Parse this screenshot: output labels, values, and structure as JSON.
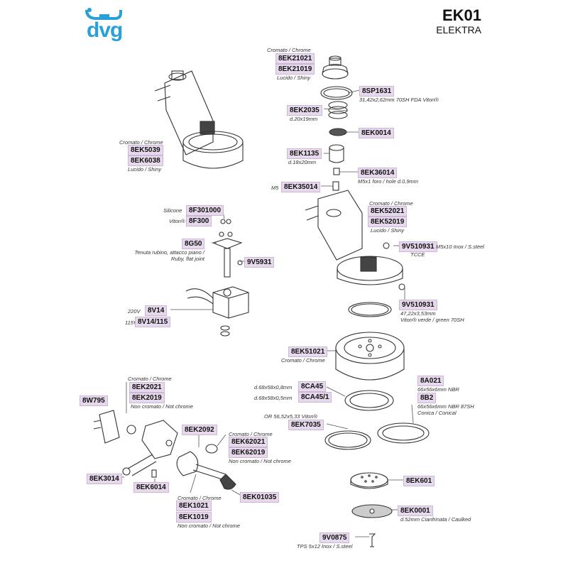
{
  "brand": {
    "logo_text": "dvg",
    "accent": "#2aa0da"
  },
  "header": {
    "code": "EK01",
    "name": "ELEKTRA"
  },
  "parts": {
    "p8EK21021": "8EK21021",
    "p8EK21019": "8EK21019",
    "p8SP1631": "8SP1631",
    "p8EK2035": "8EK2035",
    "p8EK0014": "8EK0014",
    "p8EK1135": "8EK1135",
    "p8EK36014": "8EK36014",
    "p8EK35014": "8EK35014",
    "p8EK5039": "8EK5039",
    "p8EK6038": "8EK6038",
    "p8F301000": "8F301000",
    "p8F300": "8F300",
    "p8G50": "8G50",
    "p9V5931": "9V5931",
    "p8EK52021": "8EK52021",
    "p8EK52019": "8EK52019",
    "p9V510931a": "9V510931",
    "p9V510931b": "9V510931",
    "p8V14": "8V14",
    "p8V14_115": "8V14/115",
    "p8EK51021": "8EK51021",
    "p8A021": "8A021",
    "p8B2": "8B2",
    "p8CA45": "8CA45",
    "p8CA45_1": "8CA45/1",
    "p8EK7035": "8EK7035",
    "p8W795": "8W795",
    "p8EK2021": "8EK2021",
    "p8EK2019": "8EK2019",
    "p8EK2092": "8EK2092",
    "p8EK62021": "8EK62021",
    "p8EK62019": "8EK62019",
    "p8EK3014": "8EK3014",
    "p8EK6014": "8EK6014",
    "p8EK1021": "8EK1021",
    "p8EK1019": "8EK1019",
    "p8EK01035": "8EK01035",
    "p8EK601": "8EK601",
    "p8EK0001": "8EK0001",
    "p9V0875": "9V0875"
  },
  "notes": {
    "cromato_chrome": "Cromato / Chrome",
    "lucido_shiny": "Lucido / Shiny",
    "n8SP1631": "31,42x2,62mm 70SH FDA Viton®",
    "n8EK2035": "d.20x19mm",
    "n8EK1135": "d.18x20mm",
    "n8EK36014": "M5x1 foro / hole d.0,9mm",
    "m5": "M5",
    "silicone": "Silicone",
    "viton": "Viton®",
    "n8G50a": "Tenuta rubino, attacco piano /",
    "n8G50b": "Ruby, flat joint",
    "n9V510931a": "M5x10 Inox / S.steel",
    "tcce": "TCCE",
    "n9V510931b1": "47,22x3,53mm",
    "n9V510931b2": "Viton® verde / green 70SH",
    "v220": "220V",
    "v115": "115V",
    "n8A021": "66x56x6mm NBR",
    "n8B2a": "66x56x6mm NBR 87SH",
    "n8B2b": "Conica / Conical",
    "n8CA45": "d.68x58x0,8mm",
    "n8CA45_1": "d.68x58x0,5mm",
    "n8EK7035": "OR 56,52x5,33 Viton®",
    "non_cromato": "Non cromato / Not chrome",
    "n8EK0001": "d.52mm Cianfrinata / Caulked",
    "n9V0875": "TPS 5x12 Inox / S.steel"
  }
}
